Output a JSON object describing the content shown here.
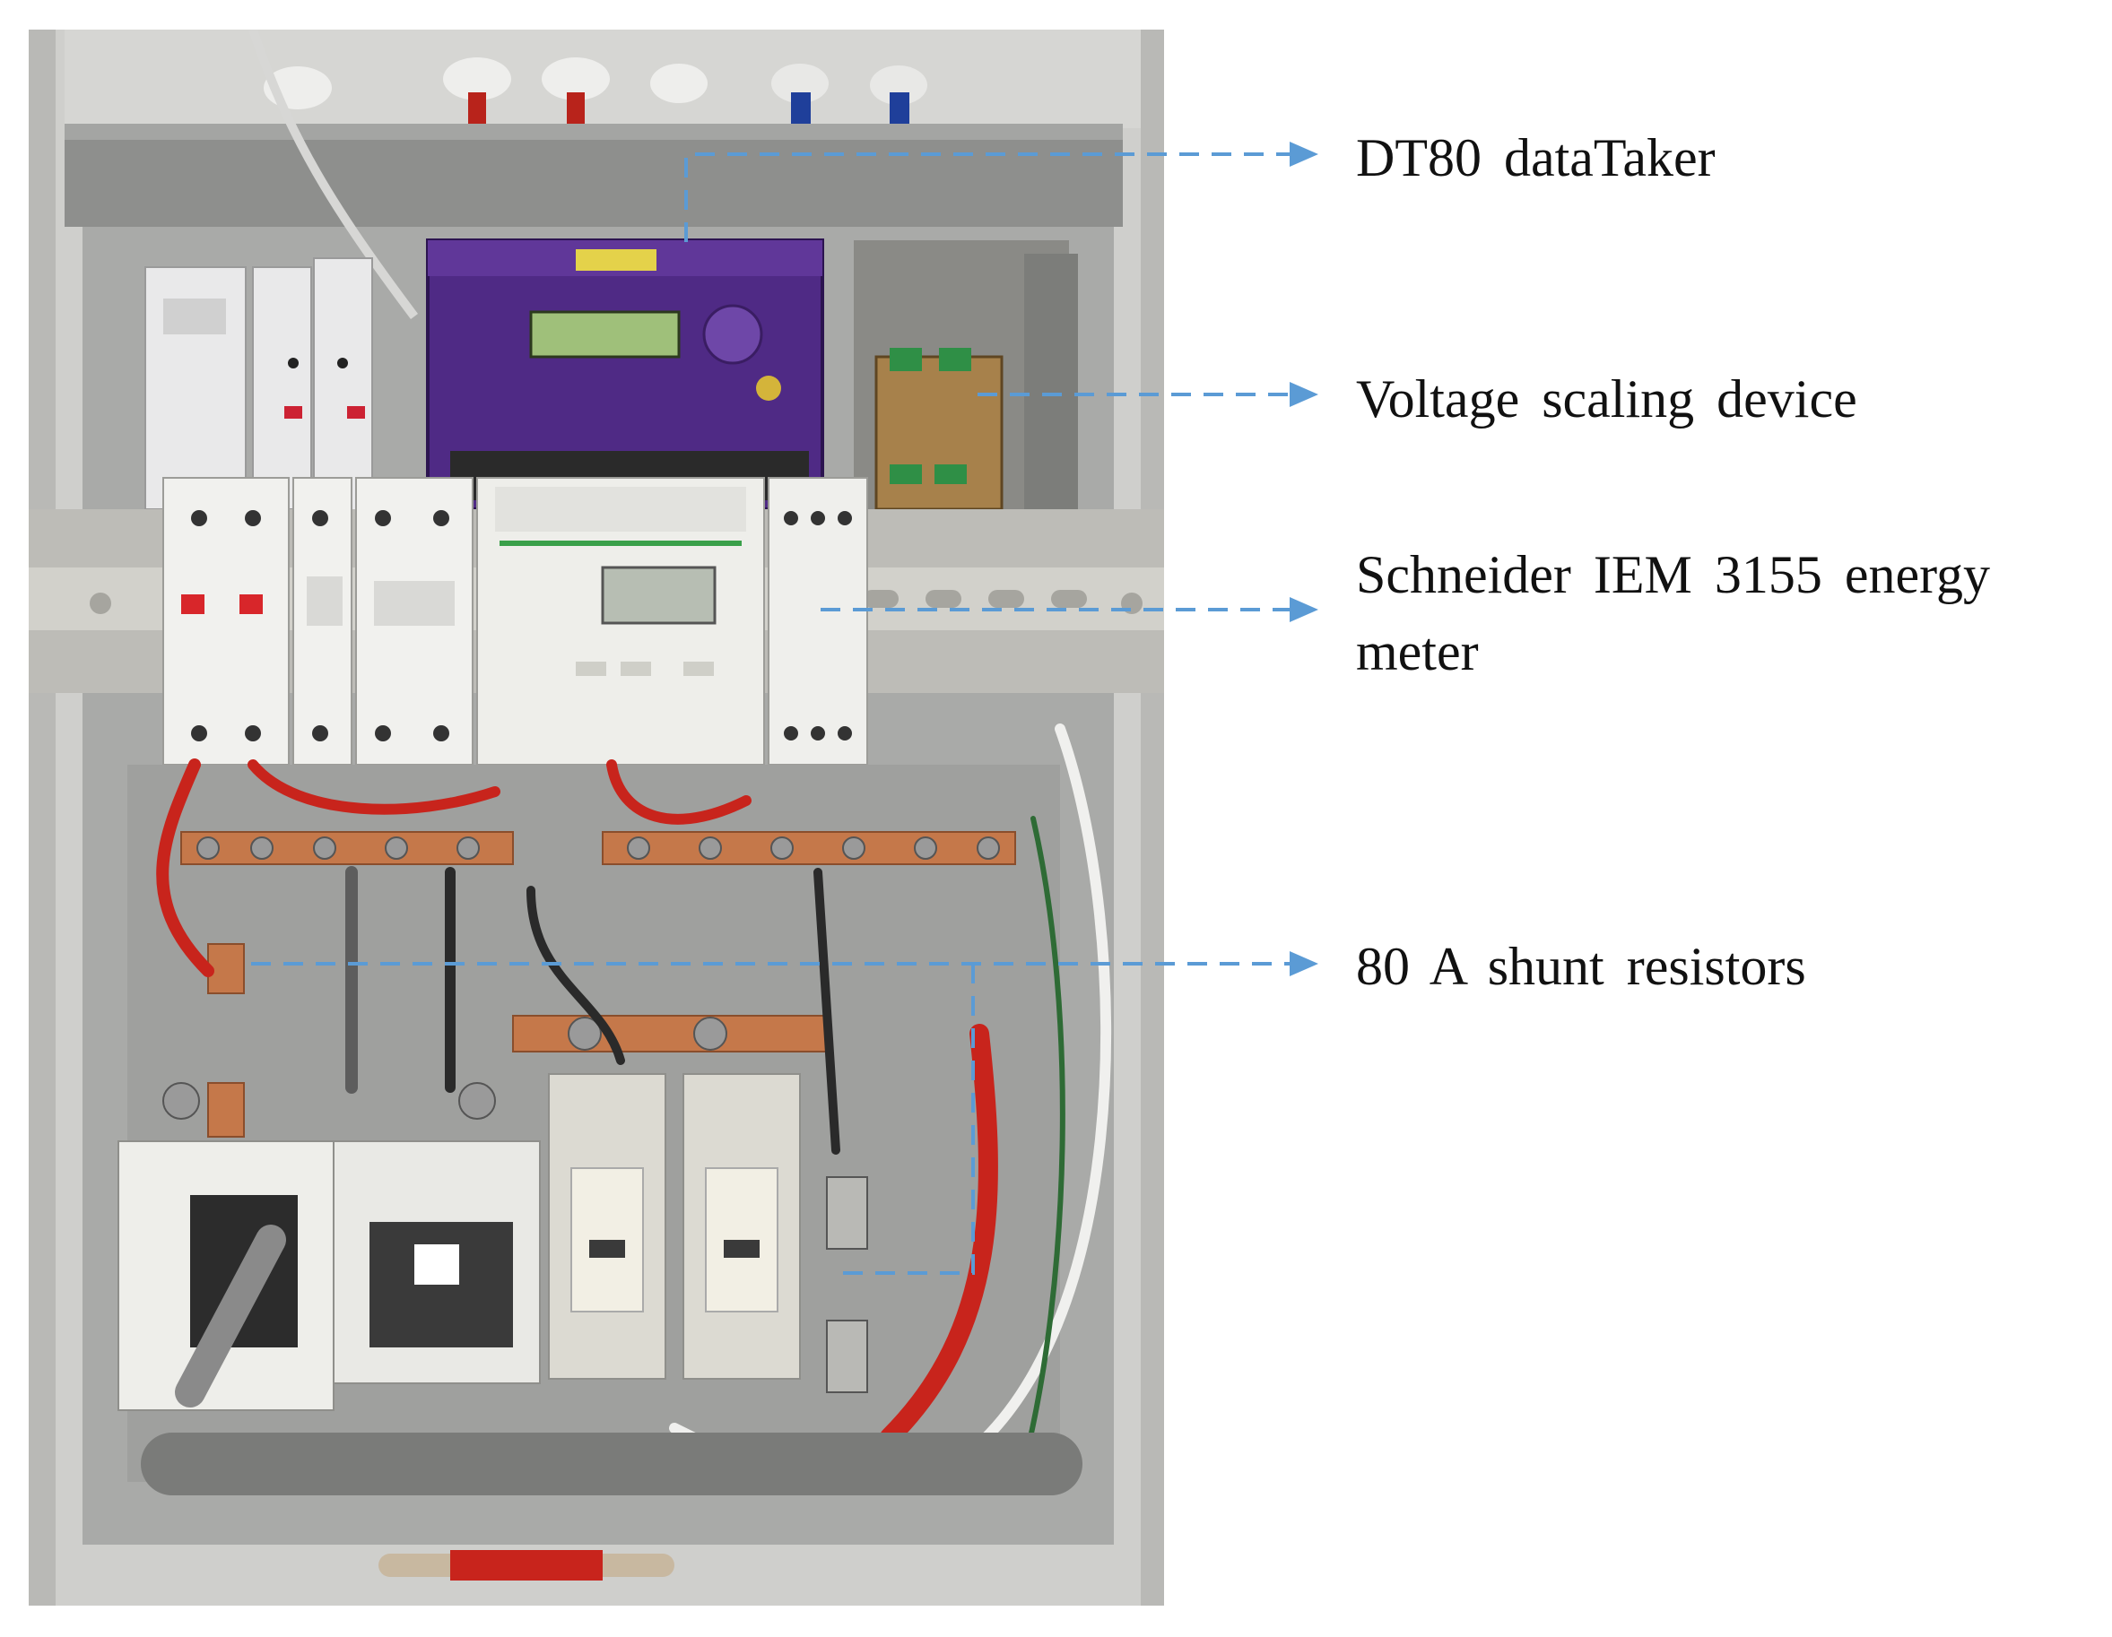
{
  "annotations": {
    "dt80": "DT80 dataTaker",
    "voltage_scaling": "Voltage scaling device",
    "energy_meter_line1": "Schneider IEM 3155 energy",
    "energy_meter_line2": "meter",
    "shunt": "80 A shunt resistors"
  },
  "colors": {
    "leader_line": "#5b9bd5",
    "label_text": "#111111",
    "enclosure": "#c9c9c7",
    "datataker_body": "#5a2d8a",
    "lcd": "#9fc07a",
    "busbar": "#c5784a",
    "cable_red": "#c8241c"
  }
}
